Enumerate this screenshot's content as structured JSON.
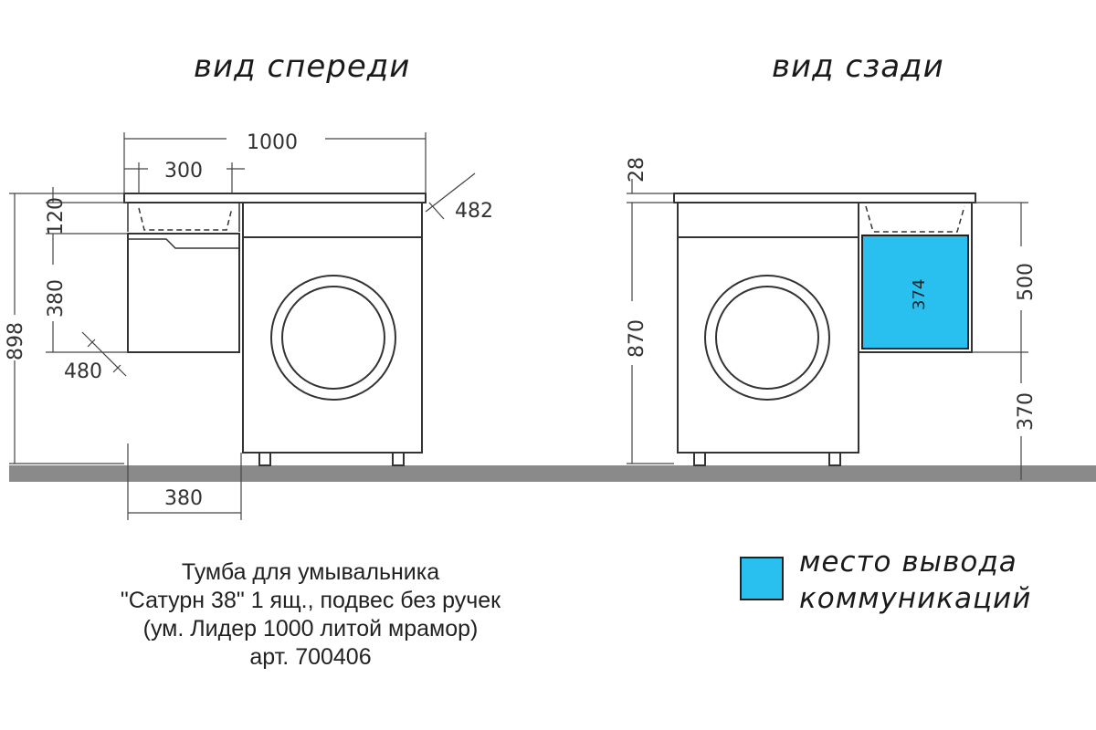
{
  "views": {
    "front_title": "вид спереди",
    "back_title": "вид сзади"
  },
  "front_dims": {
    "overall_width": "1000",
    "basin_width": "300",
    "basin_depth_label": "482",
    "top_height": "120",
    "drawer_height": "380",
    "total_height": "898",
    "drawer_depth_label": "480",
    "cabinet_width": "380"
  },
  "back_dims": {
    "top_thickness": "28",
    "machine_height": "870",
    "opening_width": "374",
    "opening_height": "500",
    "opening_elevation": "370"
  },
  "caption": {
    "line1": "Тумба для умывальника",
    "line2": "\"Сатурн 38\" 1 ящ., подвес без ручек",
    "line3": "(ум. Лидер 1000 литой мрамор)",
    "line4": "арт. 700406"
  },
  "legend": {
    "line1": "место вывода",
    "line2": "коммуникаций",
    "color": "#29c0f0"
  }
}
